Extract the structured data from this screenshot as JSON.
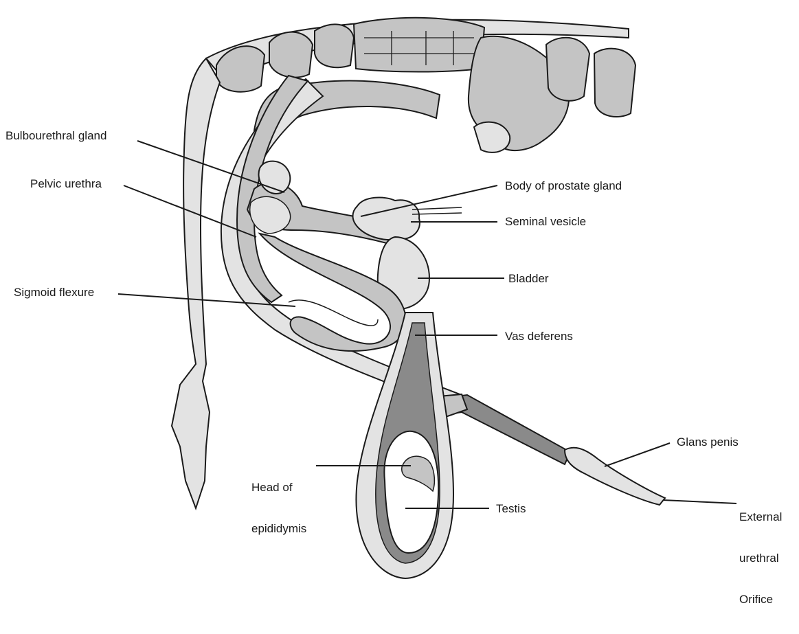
{
  "colors": {
    "tissue_light": "#e3e3e3",
    "tissue_mid": "#c4c4c4",
    "tissue_dark": "#8a8a8a",
    "outline": "#1a1a1a",
    "label_text": "#1a1a1a"
  },
  "labels": {
    "bulbourethral_gland": "Bulbourethral gland",
    "pelvic_urethra": "Pelvic urethra",
    "sigmoid_flexure": "Sigmoid flexure",
    "body_of_prostate_gland": "Body of prostate gland",
    "seminal_vesicle": "Seminal vesicle",
    "bladder": "Bladder",
    "vas_deferens": "Vas deferens",
    "glans_penis": "Glans penis",
    "head_of_epididymis_line1": "Head of",
    "head_of_epididymis_line2": "epididymis",
    "testis": "Testis",
    "external_urethral_orifice_line1": "External",
    "external_urethral_orifice_line2": "urethral",
    "external_urethral_orifice_line3": "Orifice"
  }
}
